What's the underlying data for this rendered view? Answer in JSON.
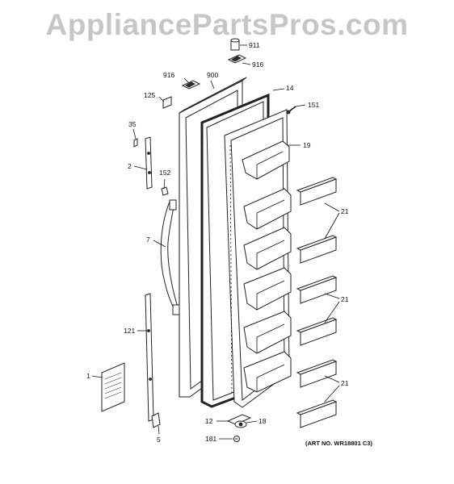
{
  "watermark": "AppliancePartsPros.com",
  "art_note": "(ART NO. WR18801 C3)",
  "callouts": {
    "p911": "911",
    "p916a": "916",
    "p916b": "916",
    "p900": "900",
    "p14": "14",
    "p125": "125",
    "p151": "151",
    "p35": "35",
    "p19": "19",
    "p2": "2",
    "p152": "152",
    "p21a": "21",
    "p7": "7",
    "p21b": "21",
    "p121": "121",
    "p1": "1",
    "p21c": "21",
    "p12": "12",
    "p18": "18",
    "p5": "5",
    "p181": "181"
  }
}
